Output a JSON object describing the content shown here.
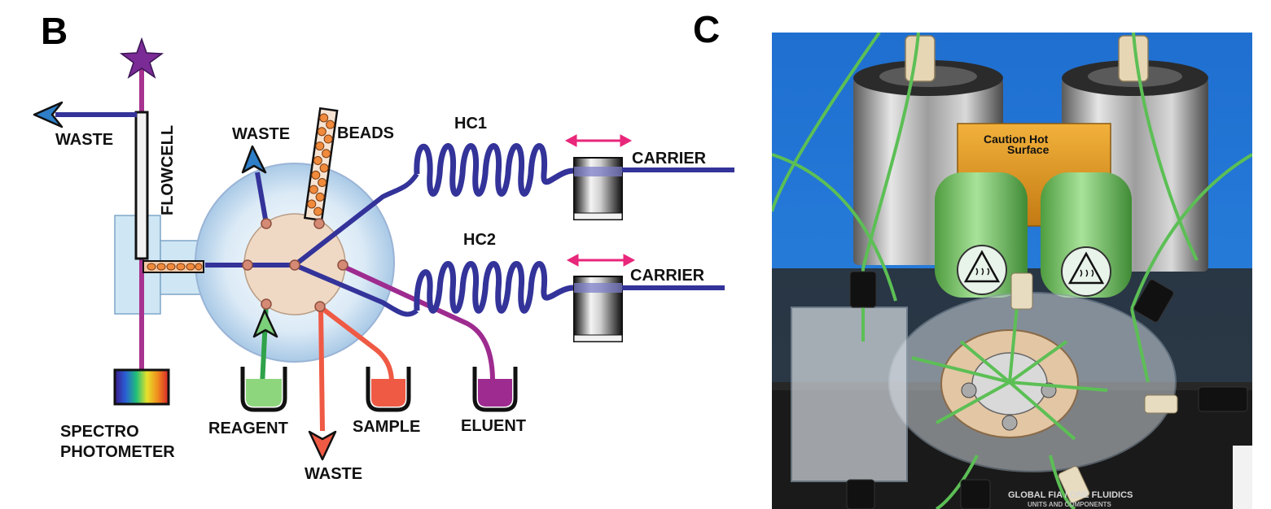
{
  "panels": {
    "left_letter": "B",
    "right_letter": "C"
  },
  "labels": {
    "waste_top_left": "WASTE",
    "flowcell": "FLOWCELL",
    "waste_valve": "WASTE",
    "beads": "BEADS",
    "hc1": "HC1",
    "hc2": "HC2",
    "carrier_1": "CARRIER",
    "carrier_2": "CARRIER",
    "spectro_line1": "SPECTRO",
    "spectro_line2": "PHOTOMETER",
    "reagent": "REAGENT",
    "sample": "SAMPLE",
    "eluent": "ELUENT",
    "waste_bottom": "WASTE"
  },
  "photo": {
    "caution_line1": "Caution Hot",
    "caution_line2": "Surface",
    "brand_line1": "GLOBAL FIA / ONE FLUIDICS",
    "brand_line2": "UNITS AND COMPONENTS"
  },
  "colors": {
    "tubing": "#33339a",
    "light": "#a8328f",
    "reagent_line": "#2fa24a",
    "sample_line": "#ef5a45",
    "eluent_line": "#9e2b8f",
    "arrow_pink": "#e8267a",
    "valve_outer": "#cfe3f2",
    "valve_inner": "#efd9c4",
    "flowcell_block": "#cfe6f4",
    "green_coil": "#8fd47a",
    "photo_bg": "#2c7fd8"
  }
}
